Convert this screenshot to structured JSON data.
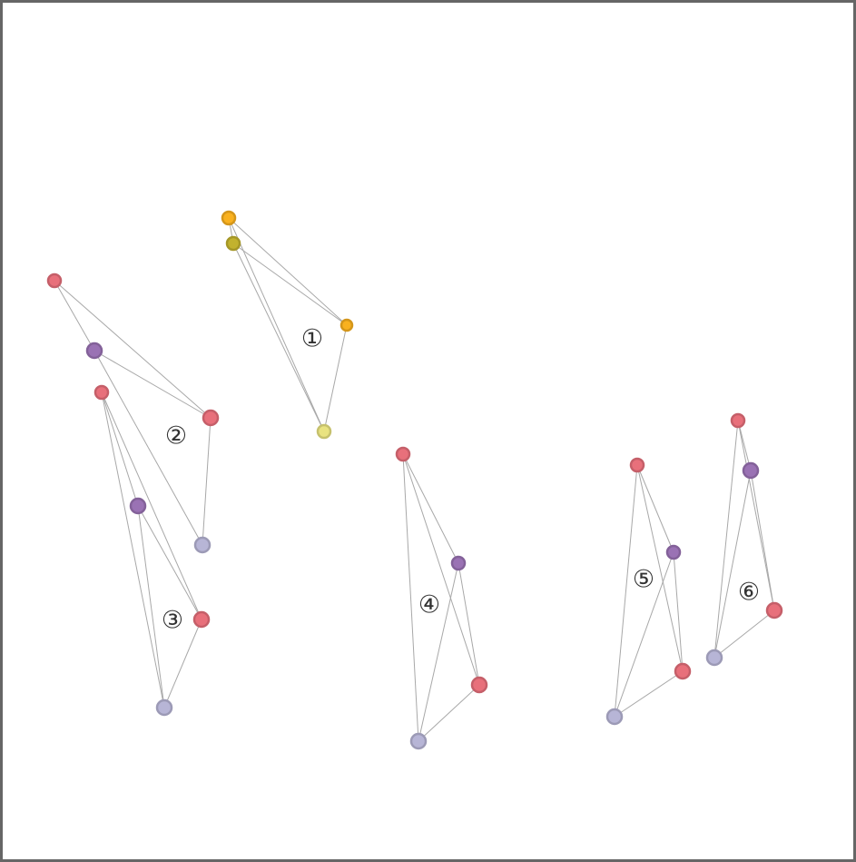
{
  "colors": {
    "pink": "#e8707b",
    "purple": "#9a72b4",
    "lavender": "#b7b5d6",
    "orange": "#f9b11f",
    "olive": "#c2b22e",
    "pale_yellow": "#e9e380",
    "edge": "#a8a8a8"
  },
  "clusters": [
    {
      "label": "①",
      "nodes": [
        "n1a",
        "n1b",
        "n1c",
        "n1d"
      ]
    },
    {
      "label": "②",
      "nodes": [
        "n2a",
        "n2b",
        "n2c",
        "n2d"
      ]
    },
    {
      "label": "③",
      "nodes": [
        "n3a",
        "n3b",
        "n3c",
        "n3d"
      ]
    },
    {
      "label": "④",
      "nodes": [
        "n4a",
        "n4b",
        "n4c",
        "n4d"
      ]
    },
    {
      "label": "⑤",
      "nodes": [
        "n5a",
        "n5b",
        "n5c",
        "n5d"
      ]
    },
    {
      "label": "⑥",
      "nodes": [
        "n6a",
        "n6b",
        "n6c",
        "n6d"
      ]
    }
  ],
  "nodes": [
    {
      "id": "n1a",
      "color": "orange"
    },
    {
      "id": "n1b",
      "color": "olive"
    },
    {
      "id": "n1c",
      "color": "orange"
    },
    {
      "id": "n1d",
      "color": "pale_yellow"
    },
    {
      "id": "n2a",
      "color": "pink"
    },
    {
      "id": "n2b",
      "color": "purple"
    },
    {
      "id": "n2c",
      "color": "pink"
    },
    {
      "id": "n2d",
      "color": "lavender"
    },
    {
      "id": "n3a",
      "color": "pink"
    },
    {
      "id": "n3b",
      "color": "purple"
    },
    {
      "id": "n3c",
      "color": "pink"
    },
    {
      "id": "n3d",
      "color": "lavender"
    },
    {
      "id": "n4a",
      "color": "pink"
    },
    {
      "id": "n4b",
      "color": "purple"
    },
    {
      "id": "n4c",
      "color": "pink"
    },
    {
      "id": "n4d",
      "color": "lavender"
    },
    {
      "id": "n5a",
      "color": "pink"
    },
    {
      "id": "n5b",
      "color": "purple"
    },
    {
      "id": "n5c",
      "color": "pink"
    },
    {
      "id": "n5d",
      "color": "lavender"
    },
    {
      "id": "n6a",
      "color": "pink"
    },
    {
      "id": "n6b",
      "color": "purple"
    },
    {
      "id": "n6c",
      "color": "pink"
    },
    {
      "id": "n6d",
      "color": "lavender"
    }
  ],
  "edges": [
    [
      "n1a",
      "n1b"
    ],
    [
      "n1a",
      "n1c"
    ],
    [
      "n1b",
      "n1c"
    ],
    [
      "n1a",
      "n1d"
    ],
    [
      "n1b",
      "n1d"
    ],
    [
      "n1c",
      "n1d"
    ],
    [
      "n2a",
      "n2b"
    ],
    [
      "n2a",
      "n2c"
    ],
    [
      "n2b",
      "n2c"
    ],
    [
      "n2b",
      "n2d"
    ],
    [
      "n2c",
      "n2d"
    ],
    [
      "n3a",
      "n3b"
    ],
    [
      "n3a",
      "n3c"
    ],
    [
      "n3b",
      "n3c"
    ],
    [
      "n3a",
      "n3d"
    ],
    [
      "n3b",
      "n3d"
    ],
    [
      "n3c",
      "n3d"
    ],
    [
      "n4a",
      "n4b"
    ],
    [
      "n4a",
      "n4c"
    ],
    [
      "n4b",
      "n4c"
    ],
    [
      "n4a",
      "n4d"
    ],
    [
      "n4b",
      "n4d"
    ],
    [
      "n4c",
      "n4d"
    ],
    [
      "n5a",
      "n5b"
    ],
    [
      "n5a",
      "n5c"
    ],
    [
      "n5b",
      "n5c"
    ],
    [
      "n5a",
      "n5d"
    ],
    [
      "n5b",
      "n5d"
    ],
    [
      "n5c",
      "n5d"
    ],
    [
      "n6a",
      "n6b"
    ],
    [
      "n6a",
      "n6c"
    ],
    [
      "n6b",
      "n6c"
    ],
    [
      "n6a",
      "n6d"
    ],
    [
      "n6b",
      "n6d"
    ],
    [
      "n6c",
      "n6d"
    ]
  ]
}
